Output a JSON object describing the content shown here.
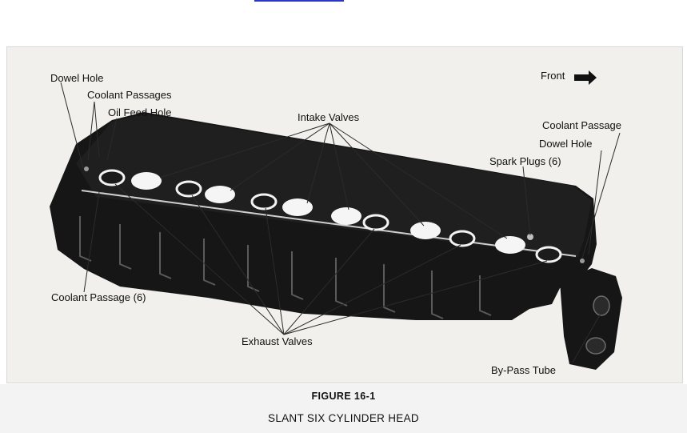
{
  "colors": {
    "link_underline": "#2a35c9",
    "metal": "#141414",
    "frame": "#f1f0ec"
  },
  "figure": {
    "number": "FIGURE 16-1",
    "title": "SLANT SIX CYLINDER HEAD"
  },
  "labels": {
    "dowel_hole_left": "Dowel Hole",
    "coolant_passages": "Coolant Passages",
    "oil_feed_hole": "Oil Feed Hole",
    "intake_valves": "Intake Valves",
    "front": "Front",
    "coolant_passage_right": "Coolant Passage",
    "dowel_hole_right": "Dowel Hole",
    "spark_plugs": "Spark Plugs (6)",
    "coolant_passage_6": "Coolant Passage (6)",
    "exhaust_valves": "Exhaust Valves",
    "bypass_tube": "By-Pass Tube"
  }
}
